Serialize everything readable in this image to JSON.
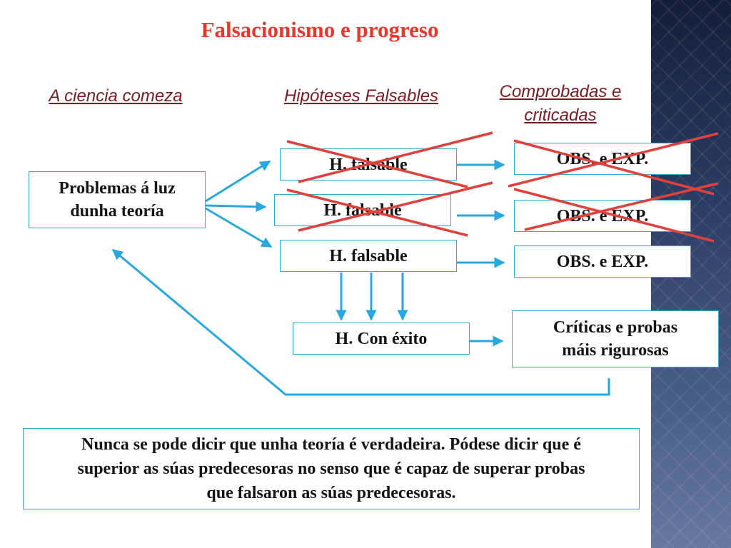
{
  "title": "Falsacionismo e progreso",
  "headers": {
    "start": "A ciencia comeza",
    "hypotheses": "Hipóteses Falsables",
    "tested_line1": "Comprobadas e",
    "tested_line2": "criticadas"
  },
  "boxes": {
    "problem_line1": "Problemas á luz",
    "problem_line2": "dunha teoría",
    "hyp1": "H. falsable",
    "hyp2": "H. falsable",
    "hyp3": "H. falsable",
    "obs1": "OBS. e EXP.",
    "obs2": "OBS. e EXP.",
    "obs3": "OBS. e EXP.",
    "success": "H. Con éxito",
    "critic_line1": "Críticas e probas",
    "critic_line2": "máis rigurosas"
  },
  "conclusion": {
    "line1": "Nunca se pode dicir que unha teoría é verdadeira. Pódese dicir que é",
    "line2": "superior as súas predecesoras no senso que é capaz de superar probas",
    "line3": "que falsaron as súas predecesoras."
  },
  "colors": {
    "title": "#e8372b",
    "heading": "#7a1a22",
    "arrow": "#29a8df",
    "cross": "#e0413c",
    "box_border": "#33a8d8"
  }
}
